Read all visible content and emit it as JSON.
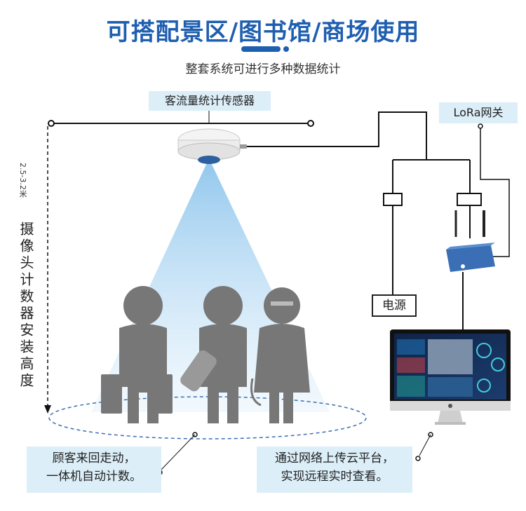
{
  "header": {
    "title": "可搭配景区/图书馆/商场使用",
    "subtitle": "整套系统可进行多种数据统计"
  },
  "labels": {
    "sensor": "客流量统计传感器",
    "gateway": "LoRa网关",
    "height_range": "2.5-3.2米",
    "height_caption": "摄像头计数器安装高度",
    "power": "电源"
  },
  "callouts": {
    "left_line1": "顾客来回走动，",
    "left_line2": "一体机自动计数。",
    "right_line1": "通过网络上传云平台，",
    "right_line2": "实现远程实时查看。"
  },
  "colors": {
    "accent": "#1f5fb0",
    "label_bg": "#dceef8",
    "beam": "#a9d2f0",
    "person": "#777777",
    "device": "#3a6fb5"
  },
  "icons": [
    "sensor-icon",
    "gateway-icon",
    "monitor-icon",
    "person-icon",
    "person-with-bags-icon",
    "person-with-tube-icon",
    "woman-icon"
  ]
}
